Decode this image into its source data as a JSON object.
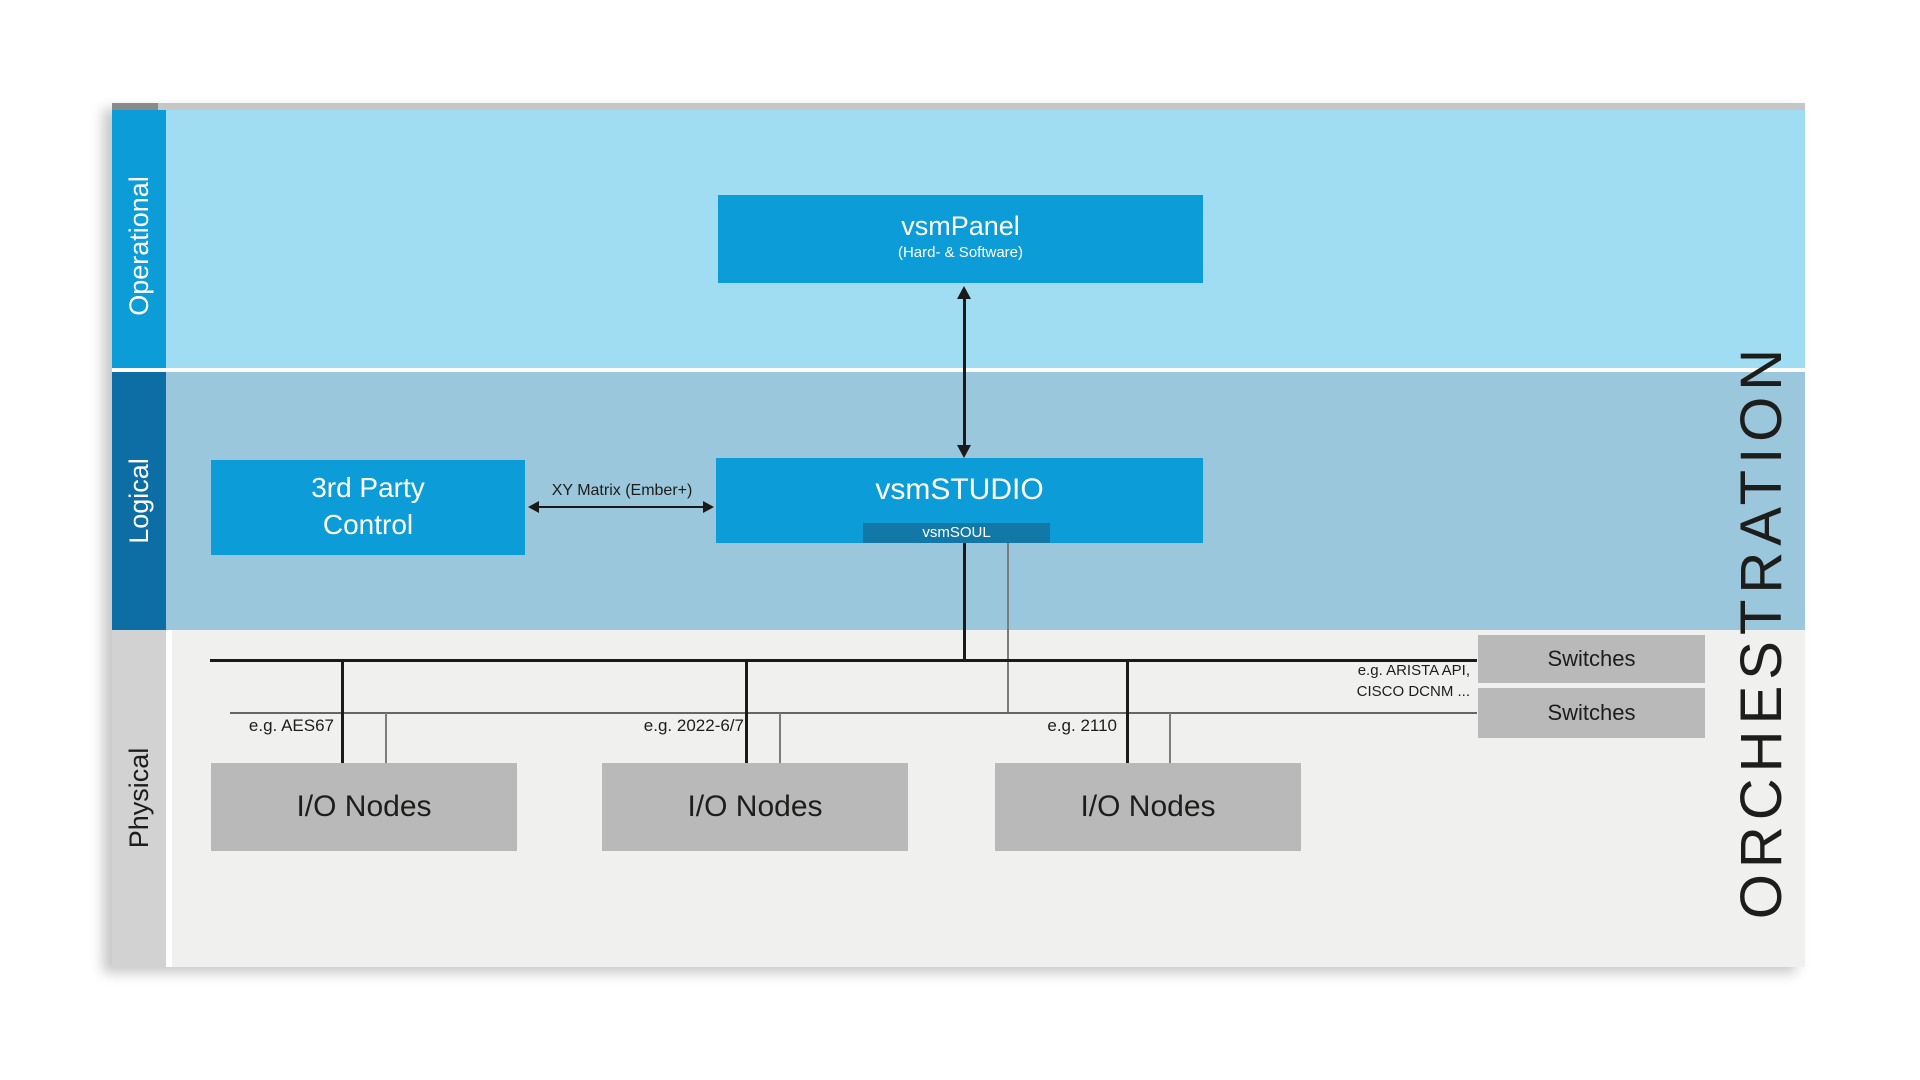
{
  "layers": {
    "operational": "Operational",
    "logical": "Logical",
    "physical": "Physical"
  },
  "orchestration": "ORCHESTRATION",
  "operational_layer": {
    "vsm_panel": {
      "title": "vsmPanel",
      "subtitle": "(Hard- & Software)"
    }
  },
  "logical_layer": {
    "third_party_control": {
      "line1": "3rd Party",
      "line2": "Control"
    },
    "xy_matrix_label": "XY Matrix (Ember+)",
    "vsm_studio": {
      "title": "vsmSTUDIO",
      "soul": "vsmSOUL"
    }
  },
  "physical_layer": {
    "io_nodes": [
      {
        "label": "I/O Nodes",
        "protocol": "e.g. AES67"
      },
      {
        "label": "I/O Nodes",
        "protocol": "e.g. 2022-6/7"
      },
      {
        "label": "I/O Nodes",
        "protocol": "e.g. 2110"
      }
    ],
    "switches": [
      {
        "label": "Switches"
      },
      {
        "label": "Switches"
      }
    ],
    "switch_note": {
      "line1": "e.g. ARISTA API,",
      "line2": "CISCO DCNM ..."
    }
  },
  "colors": {
    "accent_blue": "#0c9cd8",
    "soul_blue": "#1278a7",
    "operational_band": "#a0dcf2",
    "logical_band": "#9ac7db",
    "logical_sidebar": "#0d6ea5",
    "physical_band": "#f0f0ef",
    "physical_sidebar": "#d2d2d2",
    "box_gray": "#b9b9b9",
    "line_black": "#1a1a1a"
  }
}
